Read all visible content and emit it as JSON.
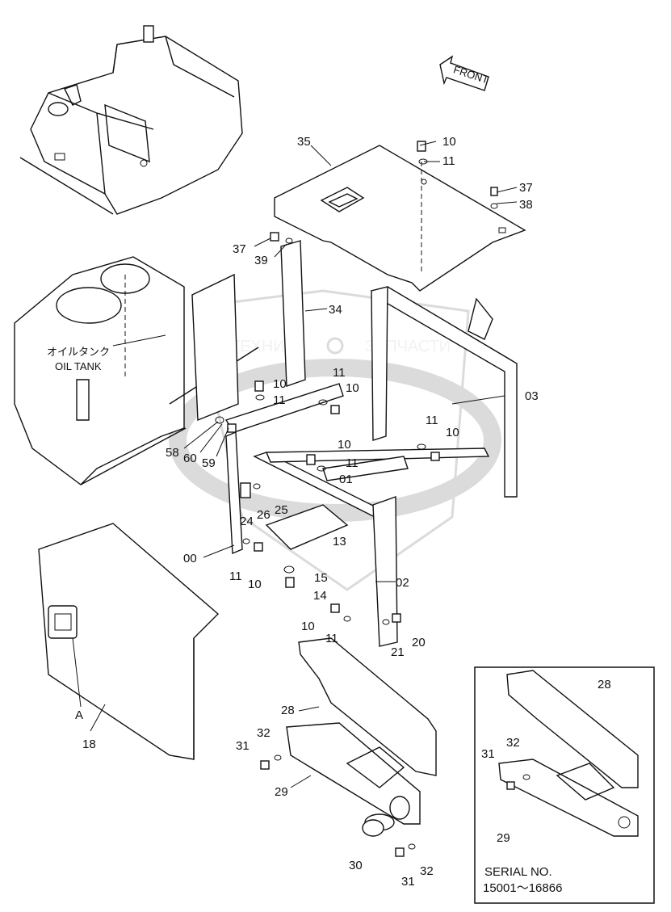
{
  "front_label": "FRONT",
  "oil_tank": {
    "jp": "オイルタンク",
    "en": "OIL TANK"
  },
  "watermark": {
    "left": "ТЕХНИКА",
    "right": "ЗАПЧАСТИ"
  },
  "callouts": {
    "c35": "35",
    "c10a": "10",
    "c11a": "11",
    "c37a": "37",
    "c38": "38",
    "c37b": "37",
    "c39": "39",
    "c34": "34",
    "c10b": "10",
    "c11b": "11",
    "c11c": "11",
    "c10c": "10",
    "c58": "58",
    "c60": "60",
    "c59": "59",
    "c03": "03",
    "c11d": "11",
    "c10d": "10",
    "c10e": "10",
    "c11e": "11",
    "c01": "01",
    "c24": "24",
    "c26": "26",
    "c25": "25",
    "c00": "00",
    "c11f": "11",
    "c10f": "10",
    "c13": "13",
    "c15": "15",
    "c14": "14",
    "c02": "02",
    "c10g": "10",
    "c11g": "11",
    "c21": "21",
    "c20": "20",
    "cA": "A",
    "c18": "18",
    "c28": "28",
    "c31a": "31",
    "c32a": "32",
    "c29": "29",
    "c30": "30",
    "c31b": "31",
    "c32b": "32"
  },
  "inset": {
    "c28": "28",
    "c32": "32",
    "c31": "31",
    "c29": "29",
    "serial_label": "SERIAL NO.",
    "serial_range": "15001～16866"
  }
}
